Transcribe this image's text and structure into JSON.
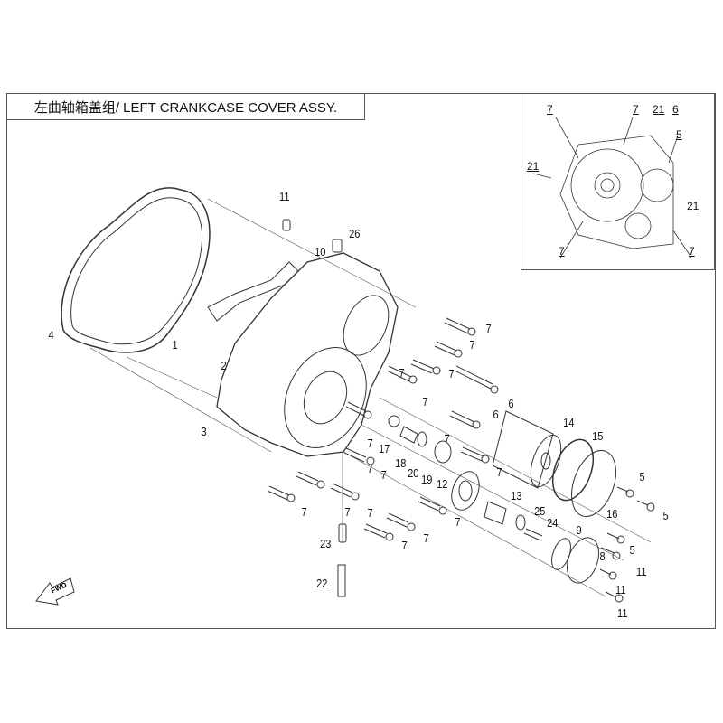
{
  "title": "左曲轴箱盖组/ LEFT CRANKCASE COVER  ASSY.",
  "fwd_label": "FWD",
  "callouts": [
    "11",
    "26",
    "10",
    "4",
    "1",
    "2",
    "3",
    "7",
    "7",
    "7",
    "7",
    "7",
    "6",
    "6",
    "14",
    "15",
    "7",
    "7",
    "17",
    "18",
    "20",
    "19",
    "12",
    "7",
    "7",
    "13",
    "5",
    "5",
    "16",
    "25",
    "24",
    "9",
    "7",
    "7",
    "7",
    "7",
    "5",
    "8",
    "11",
    "11",
    "11",
    "7",
    "7",
    "7",
    "23",
    "22"
  ],
  "inset_callouts": [
    "7",
    "7",
    "21",
    "6",
    "5",
    "21",
    "21",
    "7",
    "7"
  ]
}
